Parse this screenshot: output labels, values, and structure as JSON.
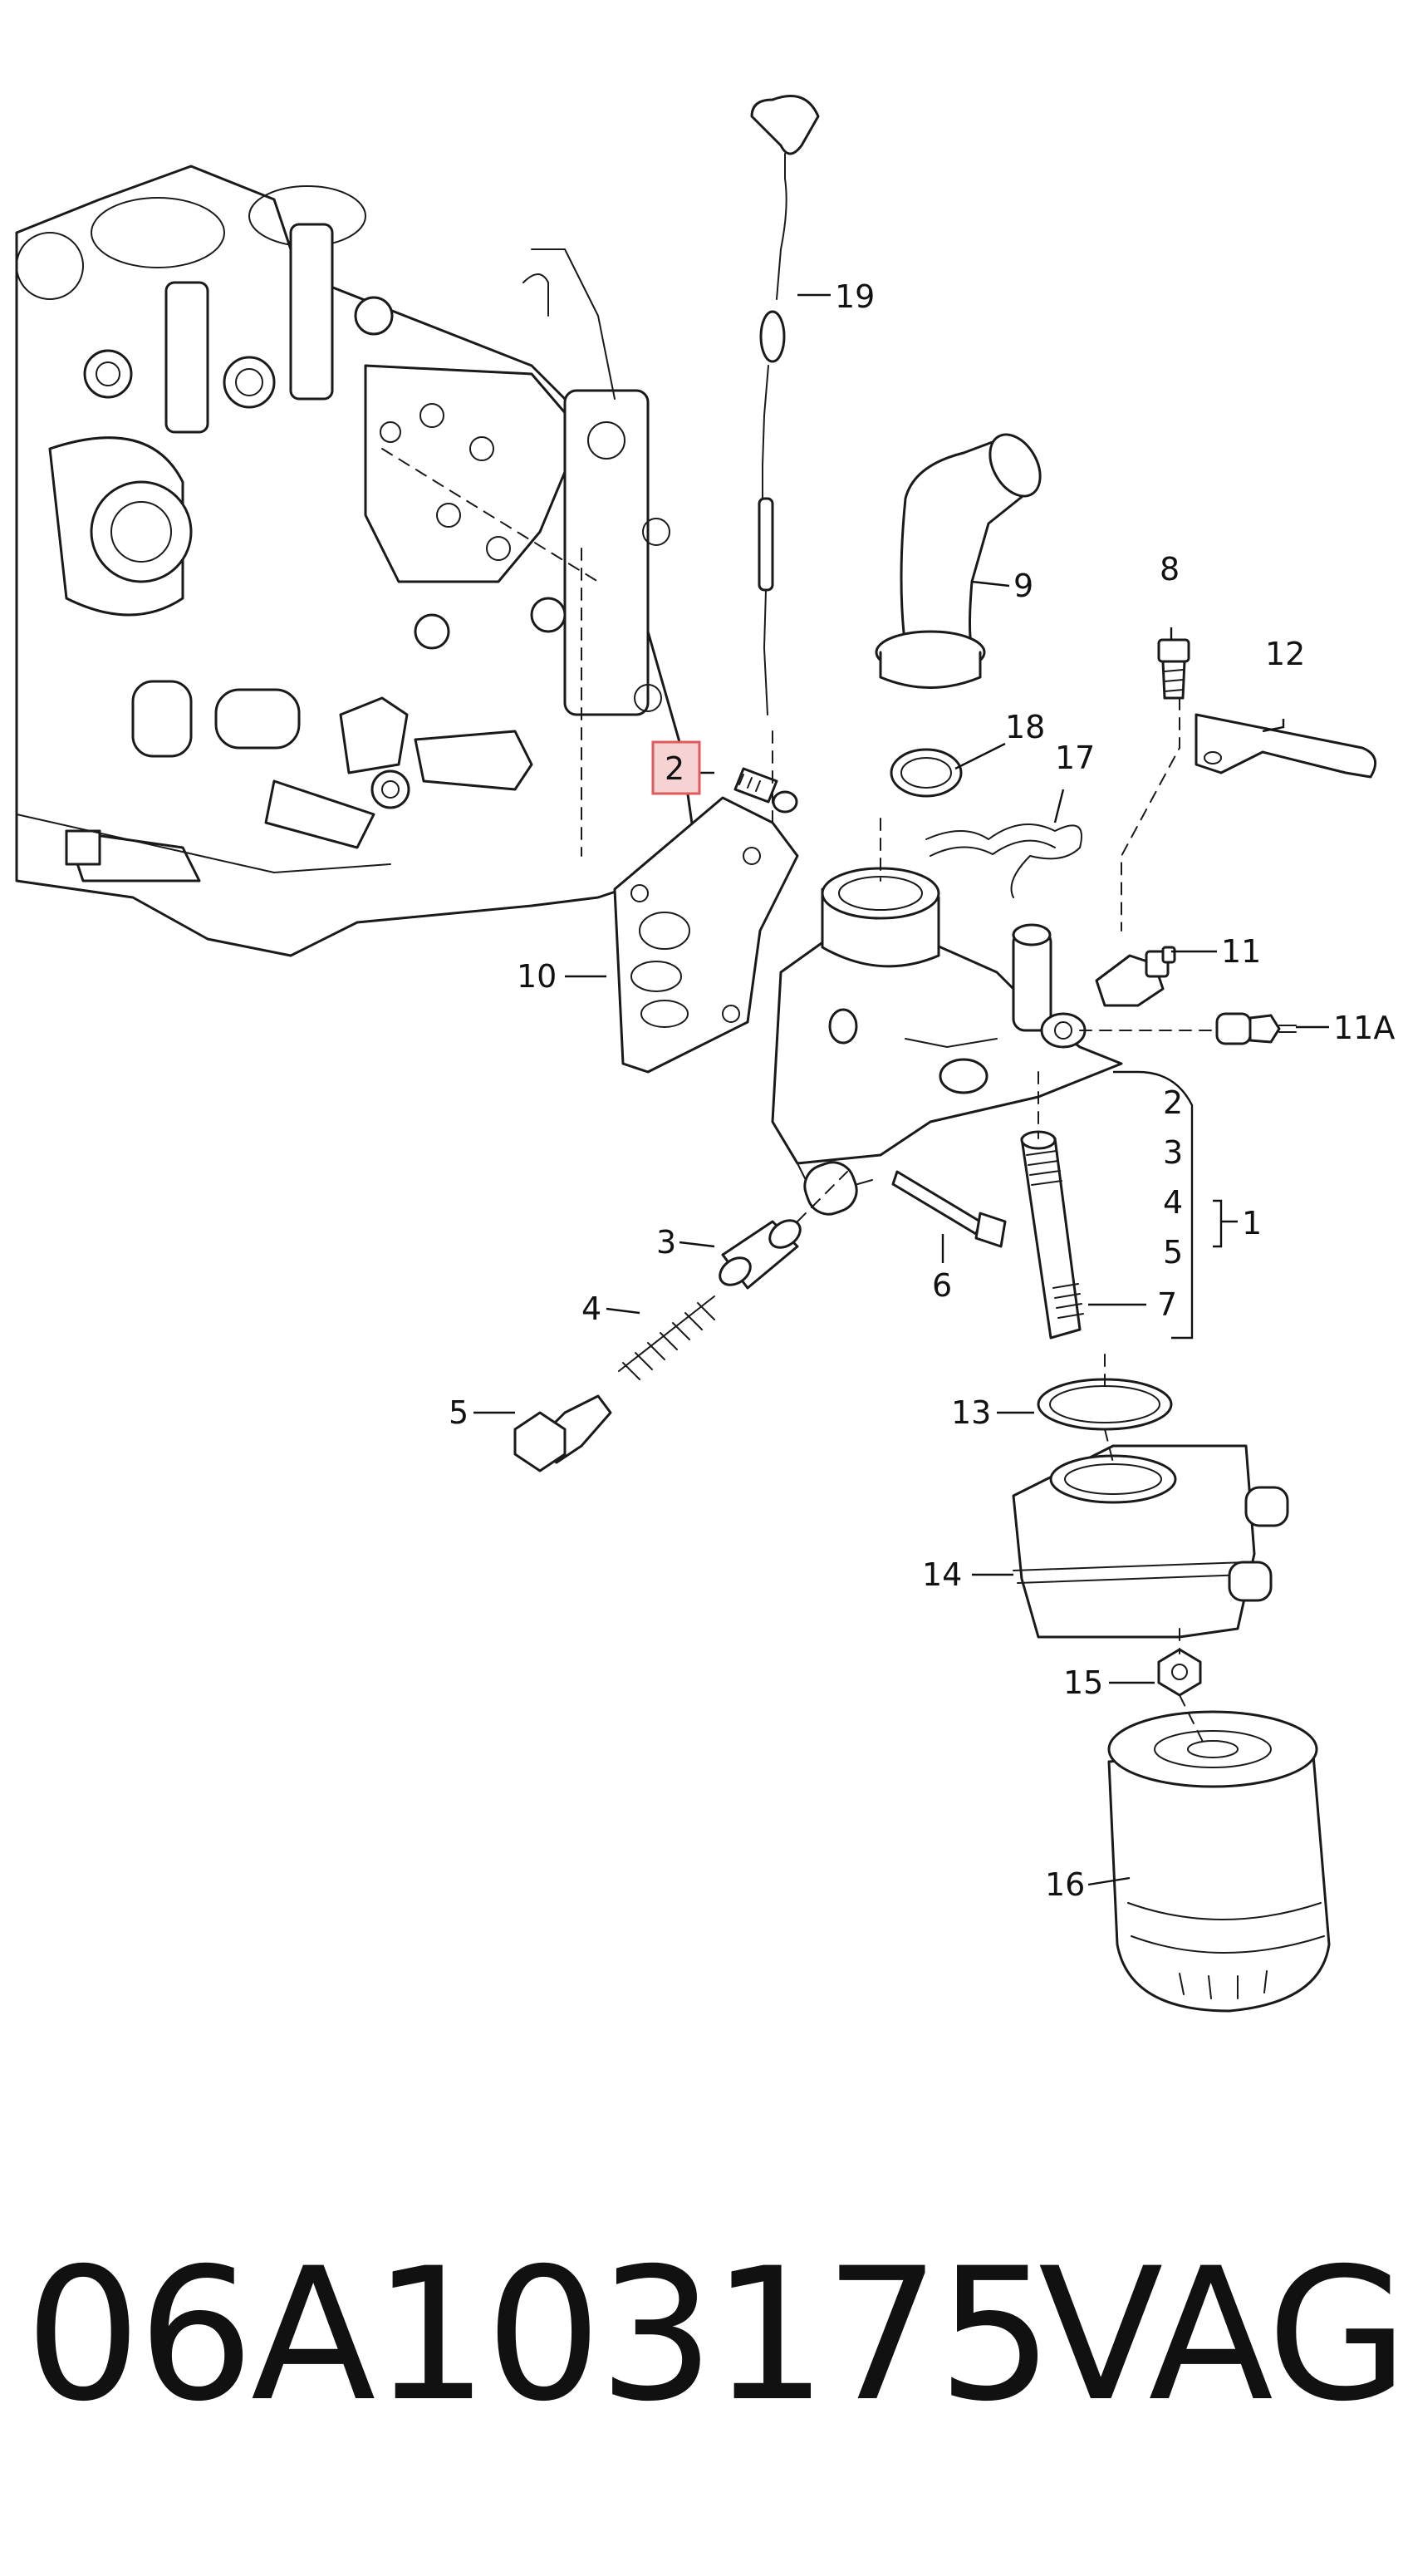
{
  "diagram": {
    "callouts": {
      "c19": "19",
      "c9": "9",
      "c8": "8",
      "c12": "12",
      "c18": "18",
      "c17": "17",
      "c2_highlight": "2",
      "c11": "11",
      "c11a": "11A",
      "c10": "10",
      "c2": "2",
      "c3r": "3",
      "c4r": "4",
      "c5r": "5",
      "c1": "1",
      "c7": "7",
      "c3": "3",
      "c6": "6",
      "c4": "4",
      "c5": "5",
      "c13": "13",
      "c14": "14",
      "c15": "15",
      "c16": "16"
    },
    "highlight_color": "#e05a5a"
  },
  "footer": {
    "part_number": "06A103175",
    "brand": "VAG"
  }
}
